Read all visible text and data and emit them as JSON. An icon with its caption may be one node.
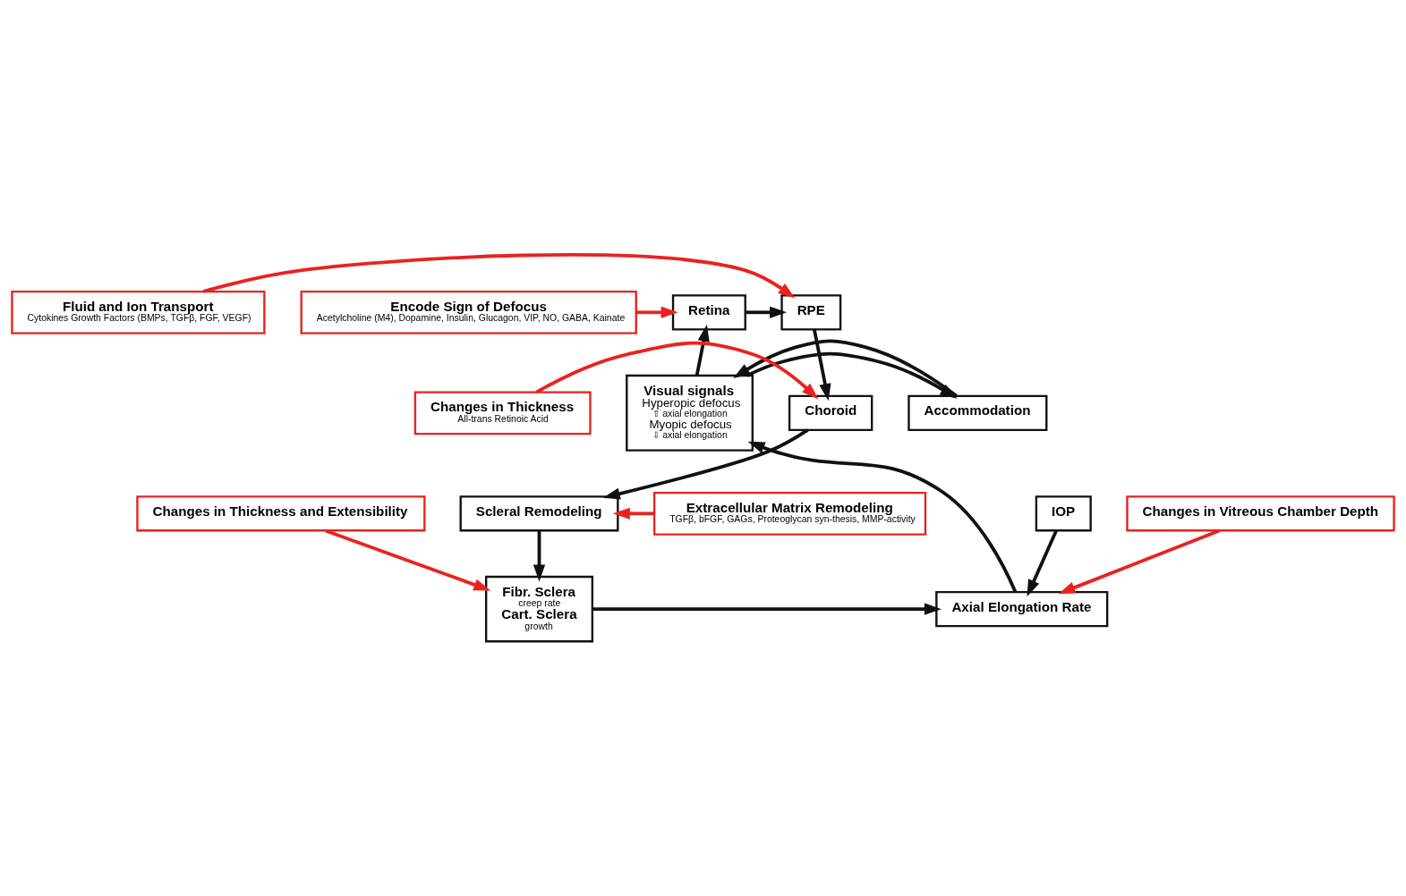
{
  "diagram": {
    "nodes": [
      {
        "text": [
          "Encode Sign of Defocus",
          "Acetylcholine (M4), Dopamine, Insulin, Glucagon, VIP, NO, GABA, Kainate"
        ]
      },
      {
        "text": [
          "Retina"
        ]
      },
      {
        "text": [
          "RPE"
        ]
      },
      {
        "text": [
          "Fluid and Ion Transport",
          "Cytokines Growth Factors (BMPs, TGFβ, FGF, VEGF)"
        ]
      },
      {
        "text": [
          "Visual signals",
          "Hyperopic defocus",
          "⇧ axial elongation",
          "Myopic defocus",
          "⇩ axial elongation"
        ]
      },
      {
        "text": [
          "Accommodation"
        ]
      },
      {
        "text": [
          "Choroid"
        ]
      },
      {
        "text": [
          "Changes in Thickness",
          "All-trans Retinoic Acid"
        ]
      },
      {
        "text": [
          "IOP"
        ]
      },
      {
        "text": [
          "Scleral Remodeling"
        ]
      },
      {
        "text": [
          "Extracellular Matrix Remodeling",
          "TGFβ, bFGF, GAGs, Proteoglycan syn-thesis, MMP-activity"
        ]
      },
      {
        "text": [
          "Axial Elongation Rate"
        ]
      },
      {
        "text": [
          "Fibr. Sclera",
          "creep rate",
          "Cart. Sclera",
          "growth"
        ]
      },
      {
        "text": [
          "Changes in Vitreous Chamber Depth"
        ]
      },
      {
        "text": [
          "Changes in Thickness and Extensibility"
        ]
      }
    ],
    "edges": [
      {
        "from": 0,
        "to": 1,
        "arrow": "to",
        "color": "#e8231f"
      },
      {
        "from": 1,
        "to": 2,
        "arrow": "to"
      },
      {
        "from": 3,
        "to": 2,
        "arrow": "to",
        "color": "#e8231f"
      },
      {
        "from": 2,
        "to": 6,
        "arrow": "to"
      },
      {
        "from": 7,
        "to": 6,
        "arrow": "to",
        "color": "#e8231f"
      },
      {
        "from": 6,
        "to": 9,
        "arrow": "to"
      },
      {
        "from": 10,
        "to": 9,
        "arrow": "to",
        "color": "#e8231f"
      },
      {
        "from": 9,
        "to": 12,
        "arrow": "to"
      },
      {
        "from": 14,
        "to": 12,
        "arrow": "to",
        "color": "#e8231f"
      },
      {
        "from": 12,
        "to": 11,
        "arrow": "to"
      },
      {
        "from": 8,
        "to": 11,
        "arrow": "to"
      },
      {
        "from": 13,
        "to": 11,
        "arrow": "to",
        "color": "#e8231f"
      },
      {
        "from": 11,
        "to": 4,
        "arrow": "to"
      },
      {
        "from": 4,
        "to": 1,
        "arrow": "to"
      },
      {
        "from": 4,
        "to": 5,
        "arrow": "to"
      },
      {
        "from": 5,
        "to": 4,
        "arrow": "to"
      }
    ]
  }
}
